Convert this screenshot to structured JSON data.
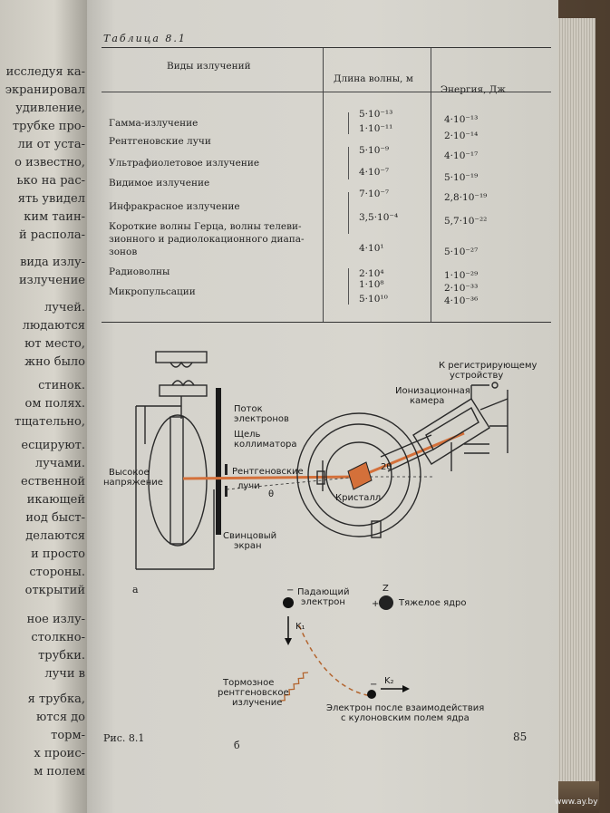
{
  "left_page": {
    "lines": [
      "исследуя ка-",
      "экранировал",
      "удивление,",
      "трубке про-",
      "ли от уста-",
      "о известно,",
      "ько на рас-",
      "ять увидел",
      "ким таин-",
      "й распола-",
      "вида излу-",
      "излучение",
      "лучей.",
      "людаются",
      "ют место,",
      "жно было",
      "стинок.",
      "ом полях.",
      "тщательно,",
      "есцируют.",
      "лучами.",
      "ественной",
      "икающей",
      "иод быст-",
      "делаются",
      "и просто",
      "стороны.",
      "открытий",
      "ное излу-",
      "столкно-",
      "трубки.",
      "лучи в",
      "я трубка,",
      "ются до",
      "торм-",
      "х проис-",
      "м полем"
    ]
  },
  "table": {
    "caption": "Таблица 8.1",
    "headers": {
      "kind": "Виды излучений",
      "wavelength": "Длина волны, м",
      "energy": "Энергия, Дж"
    },
    "rows": [
      {
        "kind": "Гамма-излучение"
      },
      {
        "kind": "Рентгеновские лучи"
      },
      {
        "kind": "Ультрафиолетовое излучение"
      },
      {
        "kind": "Видимое излучение"
      },
      {
        "kind": "Инфракрасное излучение"
      },
      {
        "kind": "Короткие волны Герца, волны телеви-"
      },
      {
        "kind": "зионного и радиолокационного диапа-"
      },
      {
        "kind": "зонов"
      },
      {
        "kind": "Радиоволны"
      },
      {
        "kind": "Микропульсации"
      }
    ],
    "wavelengths": [
      "5·10⁻¹³",
      "1·10⁻¹¹",
      "5·10⁻⁹",
      "4·10⁻⁷",
      "7·10⁻⁷",
      "3,5·10⁻⁴",
      "4·10¹",
      "2·10⁴",
      "1·10⁸",
      "5·10¹⁰"
    ],
    "energies": [
      "4·10⁻¹³",
      "2·10⁻¹⁴",
      "4·10⁻¹⁷",
      "5·10⁻¹⁹",
      "2,8·10⁻¹⁹",
      "5,7·10⁻²²",
      "5·10⁻²⁷",
      "1·10⁻²⁹",
      "2·10⁻³³",
      "4·10⁻³⁶"
    ]
  },
  "figure_a": {
    "labels": {
      "stream1": "Поток",
      "stream2": "электронов",
      "slit1": "Щель",
      "slit2": "коллиматора",
      "xray1": "Рентгеновские",
      "xray2": "лучи",
      "hv1": "Высокое",
      "hv2": "напряжение",
      "lead1": "Свинцовый",
      "lead2": "экран",
      "device1": "К регистрирующему",
      "device2": "устройству",
      "ion1": "Ионизационная",
      "ion2": "камера",
      "crystal": "Кристалл",
      "angle2": "2θ",
      "angle": "θ"
    },
    "letter": "а"
  },
  "figure_b": {
    "labels": {
      "incoming1": "Падающий",
      "incoming2": "электрон",
      "nucleus": "Тяжелое ядро",
      "z": "Z",
      "plus": "+",
      "minus": "−",
      "k1": "K₁",
      "k2": "K₂",
      "brems1": "Тормозное",
      "brems2": "рентгеновское",
      "brems3": "излучение",
      "after1": "Электрон после взаимодействия",
      "after2": "с кулоновским полем ядра"
    },
    "letter": "б"
  },
  "figure_caption": "Рис. 8.1",
  "page_number": "85",
  "watermark": "www.ay.by",
  "colors": {
    "page": "#d6d4cd",
    "ink": "#1e1e1e",
    "beam": "#d4703a"
  }
}
